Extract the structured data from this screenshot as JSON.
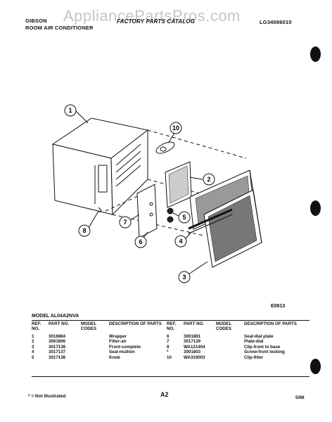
{
  "header": {
    "brand": "GIBSON",
    "subtitle": "ROOM AIR CONDITIONER",
    "catalog": "FACTORY PARTS CATALOG",
    "doc_number": "LG34086010"
  },
  "watermark": "AppliancePartsPros.com",
  "diagram": {
    "callouts": [
      "1",
      "10",
      "2",
      "5",
      "7",
      "8",
      "6",
      "4",
      "3"
    ],
    "figure_code": "E0813"
  },
  "model_line": "MODEL AL04A2NVA",
  "table": {
    "headers": {
      "ref": "REF. NO.",
      "part": "PART NO.",
      "model": "MODEL CODES",
      "desc": "DESCRIPTION OF PARTS"
    },
    "left_rows": [
      {
        "ref": "1",
        "part": "3016884",
        "code": "",
        "desc": "Wrapper"
      },
      {
        "ref": "2",
        "part": "3001806",
        "code": "",
        "desc": "Filter-air"
      },
      {
        "ref": "3",
        "part": "3017138",
        "code": "",
        "desc": "Front-complete"
      },
      {
        "ref": "4",
        "part": "3017137",
        "code": "",
        "desc": "Seal-mullion"
      },
      {
        "ref": "5",
        "part": "3017136",
        "code": "",
        "desc": "Knob"
      }
    ],
    "right_rows": [
      {
        "ref": "6",
        "part": "3001881",
        "code": "",
        "desc": "Seal-dial plate"
      },
      {
        "ref": "7",
        "part": "3017139",
        "code": "",
        "desc": "Plate-dial"
      },
      {
        "ref": "8",
        "part": "WA121404",
        "code": "",
        "desc": "Clip-front to base"
      },
      {
        "ref": "*",
        "part": "3001803",
        "code": "",
        "desc": "Screw-front locking"
      },
      {
        "ref": "10",
        "part": "WA310003",
        "code": "",
        "desc": "Clip-filter"
      }
    ]
  },
  "footer": {
    "note": "* = Not Illustrated",
    "page": "A2",
    "date": "5/88"
  }
}
